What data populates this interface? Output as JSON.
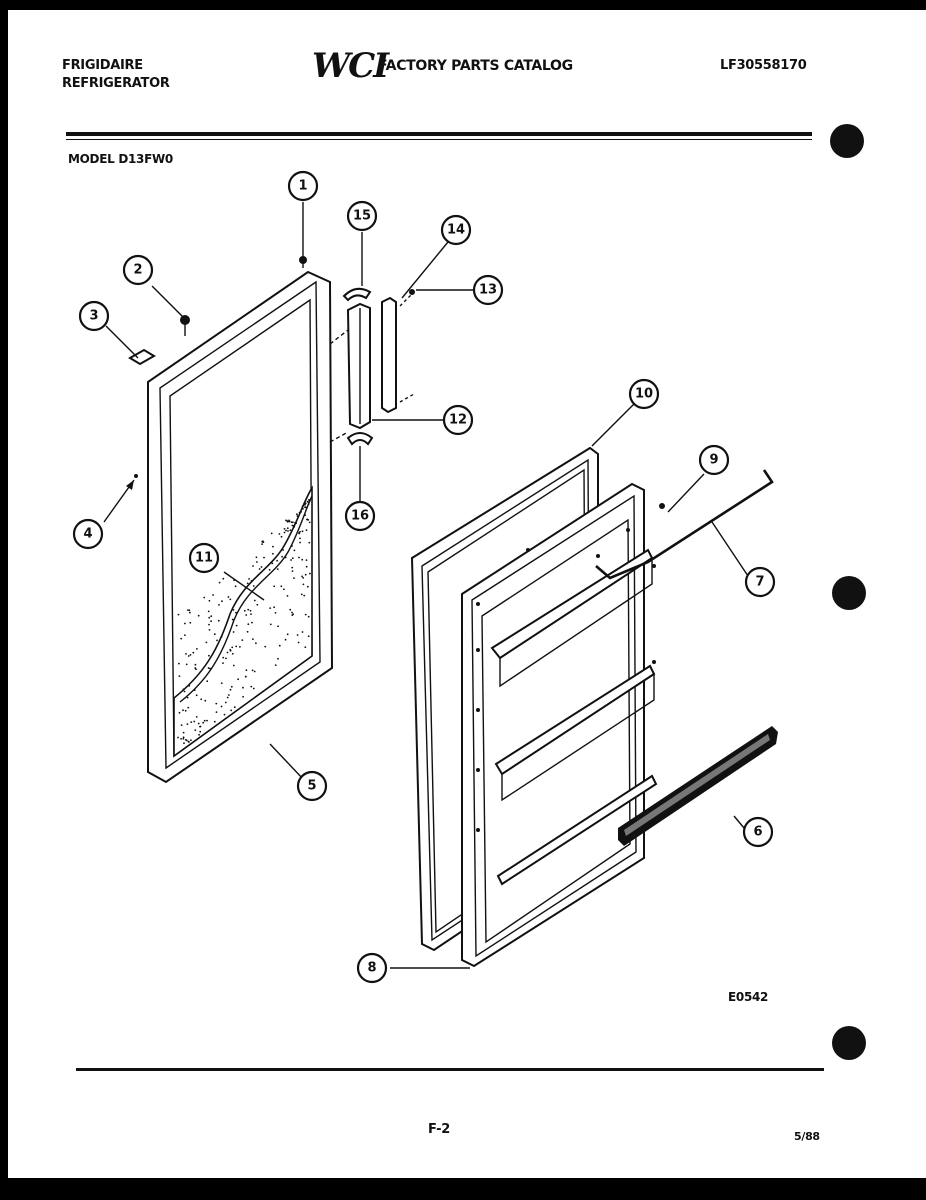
{
  "header": {
    "brand_line1": "FRIGIDAIRE",
    "brand_line2": "REFRIGERATOR",
    "logo_text": "WCI",
    "catalog_title": "FACTORY PARTS CATALOG",
    "catalog_number": "LF30558170"
  },
  "model_label": "MODEL D13FW0",
  "callouts": [
    {
      "id": "1",
      "label": "1"
    },
    {
      "id": "2",
      "label": "2"
    },
    {
      "id": "3",
      "label": "3"
    },
    {
      "id": "4",
      "label": "4"
    },
    {
      "id": "5",
      "label": "5"
    },
    {
      "id": "6",
      "label": "6"
    },
    {
      "id": "7",
      "label": "7"
    },
    {
      "id": "8",
      "label": "8"
    },
    {
      "id": "9",
      "label": "9"
    },
    {
      "id": "10",
      "label": "10"
    },
    {
      "id": "11",
      "label": "11"
    },
    {
      "id": "12",
      "label": "12"
    },
    {
      "id": "13",
      "label": "13"
    },
    {
      "id": "14",
      "label": "14"
    },
    {
      "id": "15",
      "label": "15"
    },
    {
      "id": "16",
      "label": "16"
    }
  ],
  "footer": {
    "diagram_code": "E0542",
    "page_number": "F-2",
    "date_code": "5/88"
  }
}
